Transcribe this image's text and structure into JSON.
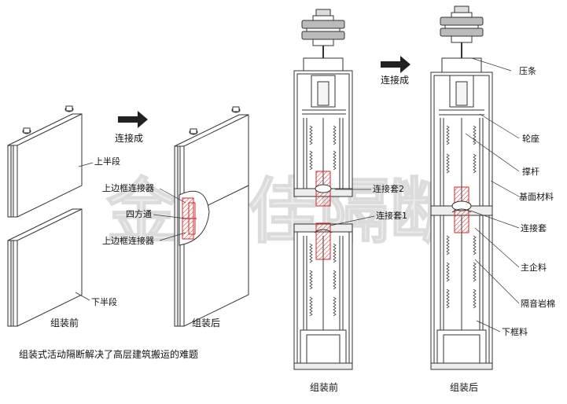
{
  "left_diagram": {
    "arrow_label": "连接成",
    "upper_half": "上半段",
    "lower_half": "下半段",
    "top_connector": "上边框连接器",
    "square_tube": "四方通",
    "bottom_connector": "上边框连接器",
    "before": "组装前",
    "after": "组装后",
    "caption": "组装式活动隔断解决了高层建筑搬运的难题"
  },
  "right_diagram": {
    "arrow_label": "连接成",
    "sleeve2": "连接套2",
    "sleeve1": "连接套1",
    "before": "组装前",
    "after": "组装后",
    "labels": [
      "压条",
      "轮座",
      "撑杆",
      "基面材料",
      "连接套",
      "主企料",
      "隔音岩棉",
      "下框料"
    ]
  },
  "watermark": "金利佳隔断",
  "colors": {
    "line": "#333333",
    "red": "#d9262b",
    "red_fill": "#f4b8b4",
    "watermark": "#e9e9e9"
  }
}
